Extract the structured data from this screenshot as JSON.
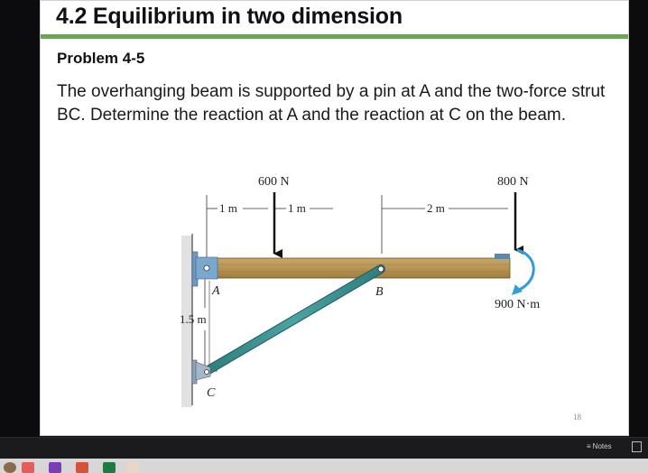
{
  "slide": {
    "title": "4.2 Equilibrium in two dimension",
    "accent_color": "#6fa25a",
    "problem_heading": "Problem 4-5",
    "problem_text": "The overhanging beam is supported by a pin at A and the two-force strut BC. Determine the reaction at A and the reaction at C on the beam.",
    "slide_number": "18",
    "figure": {
      "loads": [
        {
          "label": "600 N"
        },
        {
          "label": "800 N"
        }
      ],
      "moment_label": "900 N·m",
      "dimensions": {
        "d1": "1 m",
        "d2": "1 m",
        "d3": "2 m",
        "height": "1.5 m"
      },
      "points": {
        "a": "A",
        "b": "B",
        "c": "C"
      }
    }
  },
  "statusbar": {
    "notes_label": "Notes"
  },
  "taskbar": {
    "icons": [
      "chrome-icon",
      "teams-icon",
      "onenote-icon",
      "powerpoint-icon",
      "excel-icon",
      "file-icon"
    ]
  }
}
